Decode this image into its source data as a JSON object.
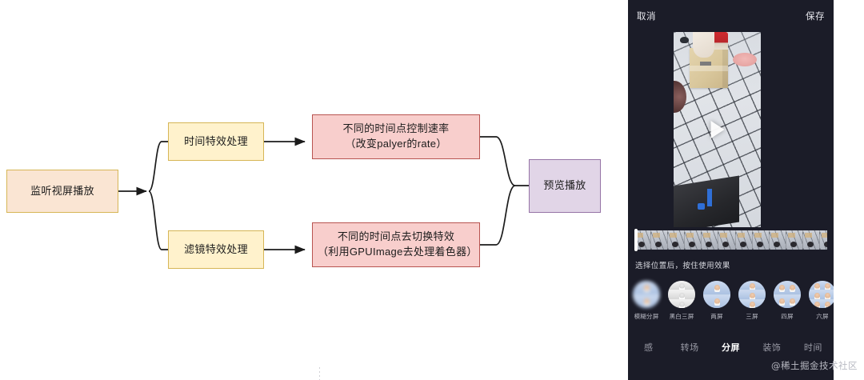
{
  "flowchart": {
    "nodes": {
      "listen": {
        "label": "监听视屏播放",
        "fill": "#fae5d3",
        "stroke": "#d6b656"
      },
      "time": {
        "label": "时间特效处理",
        "fill": "#fff2cc",
        "stroke": "#d6b656"
      },
      "filter": {
        "label": "滤镜特效处理",
        "fill": "#fff2cc",
        "stroke": "#d6b656"
      },
      "rate": {
        "label": "不同的时间点控制速率\n（改变palyer的rate）",
        "fill": "#f8cecc",
        "stroke": "#b85450"
      },
      "switch": {
        "label": "不同的时间点去切换特效\n（利用GPUImage去处理着色器）",
        "fill": "#f8cecc",
        "stroke": "#b85450"
      },
      "preview": {
        "label": "预览播放",
        "fill": "#e1d5e7",
        "stroke": "#9673a6"
      }
    },
    "edge_color": "#1b1b1b"
  },
  "phone": {
    "topbar": {
      "cancel": "取消",
      "save": "保存"
    },
    "player": {
      "play_icon": "play-triangle-icon"
    },
    "timeline": {
      "playhead_icon": "playhead-handle"
    },
    "hint": "选择位置后，按住使用效果",
    "effects": [
      {
        "label": "模糊分屏",
        "style": "blur",
        "segments": 2
      },
      {
        "label": "黑白三屏",
        "style": "gray",
        "segments": 3
      },
      {
        "label": "两屏",
        "style": "plain",
        "segments": 2
      },
      {
        "label": "三屏",
        "style": "plain",
        "segments": 3
      },
      {
        "label": "四屏",
        "style": "plain",
        "segments": 4
      },
      {
        "label": "六屏",
        "style": "plain",
        "segments": 6
      }
    ],
    "tabs": [
      {
        "label": "感",
        "active": false
      },
      {
        "label": "转场",
        "active": false
      },
      {
        "label": "分屏",
        "active": true
      },
      {
        "label": "装饰",
        "active": false
      },
      {
        "label": "时间",
        "active": false
      }
    ],
    "colors": {
      "background": "#1b1c28",
      "text_dim": "#9a9ba6",
      "text_active": "#ffffff"
    }
  },
  "watermark": "@稀土掘金技术社区"
}
